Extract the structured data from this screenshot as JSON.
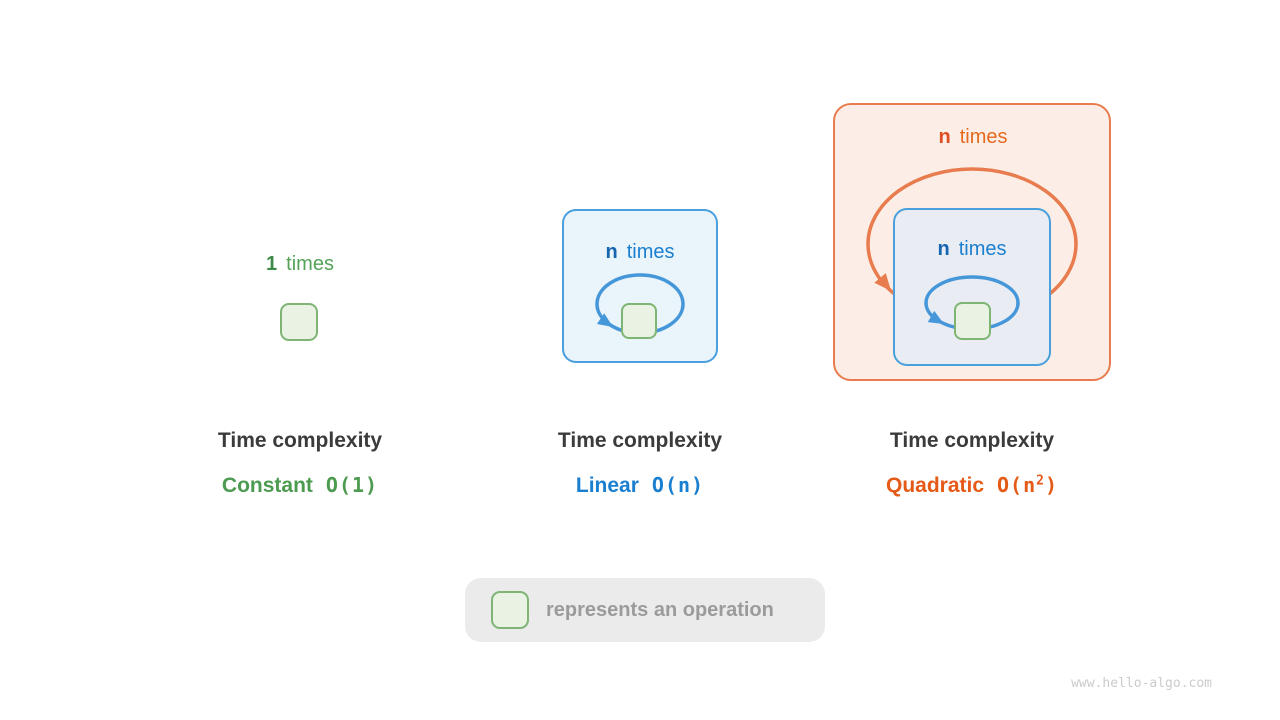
{
  "panel_constant": {
    "loop_count": "1",
    "loop_word": "times",
    "title": "Time complexity",
    "name": "Constant",
    "big_o": "O(1)"
  },
  "panel_linear": {
    "loop_count": "n",
    "loop_word": "times",
    "title": "Time complexity",
    "name": "Linear",
    "big_o": "O(n)"
  },
  "panel_quadratic": {
    "outer_count": "n",
    "outer_word": "times",
    "inner_count": "n",
    "inner_word": "times",
    "title": "Time complexity",
    "name": "Quadratic",
    "big_o_pre": "O(n",
    "big_o_sup": "2",
    "big_o_post": ")"
  },
  "legend": {
    "text": "represents an operation"
  },
  "watermark": "www.hello-algo.com",
  "colors": {
    "green_text": "#55a258",
    "green_dark_text": "#3d8a46",
    "green_text_label": "#4d9b50",
    "green_box_border": "#7eb574",
    "green_box_fill": "#e9f2e3",
    "blue_text": "#1b7fd0",
    "blue_dark_text": "#1565b0",
    "blue_border": "#49a0dc",
    "blue_loop": "#4597d9",
    "blue_panel_fill": "#e9f4fb",
    "inner_panel_fill": "#e9edf3",
    "orange_text": "#e5691f",
    "orange_dark_text": "#df4f22",
    "orange_label_text": "#e55a17",
    "orange_border": "#e87c4e",
    "orange_loop": "#e87c4e",
    "orange_panel_fill": "#fceee6",
    "title_text": "#3b3b3b",
    "legend_bg": "#ebebeb",
    "legend_text": "#9b9b9b",
    "watermark_text": "#cbcbcb"
  }
}
